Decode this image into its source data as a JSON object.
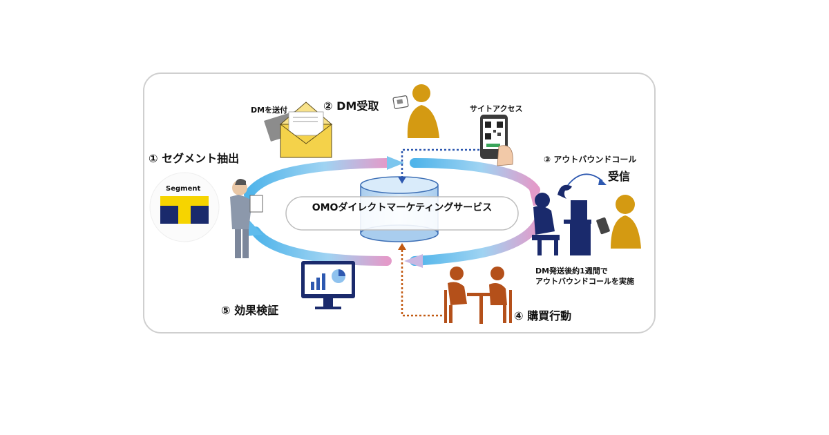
{
  "center": {
    "title": "OMOダイレクトマーケティングサービス"
  },
  "steps": {
    "s1": "① セグメント抽出",
    "s2": "② DM受取",
    "s3": "③ アウトバウンドコール",
    "s3_sub": "受信",
    "s4": "④ 購買行動",
    "s5": "⑤ 効果検証"
  },
  "notes": {
    "dm_send": "DMを送付",
    "site_access": "サイトアクセス",
    "segment": "Segment",
    "call_note_1": "DM発送後約1週間で",
    "call_note_2": "アウトバウンドコールを実施"
  },
  "colors": {
    "navy": "#1a2a6c",
    "yellow": "#f6d400",
    "mustard": "#d49a12",
    "rust": "#b4501a",
    "cyan": "#4fb4ea",
    "pink": "#e39ac9",
    "db_blue": "#c7dff6",
    "blue_dot": "#2d58b0",
    "orange_dot": "#c25a12"
  }
}
